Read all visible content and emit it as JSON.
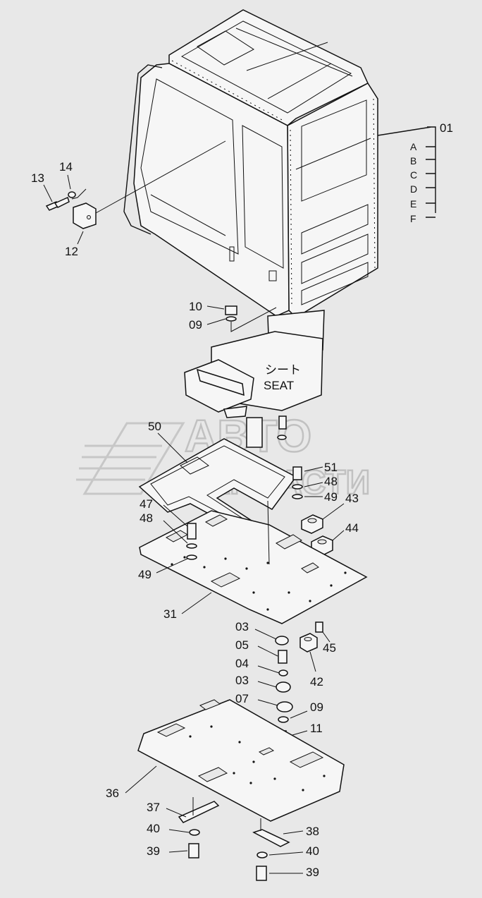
{
  "watermark": {
    "line1": "ABTO",
    "line2": "ЗАПЧАСТИ"
  },
  "seat": {
    "label_jp": "シート",
    "label_en": "SEAT"
  },
  "cab_variants": [
    "A",
    "B",
    "C",
    "D",
    "E",
    "F"
  ],
  "callouts": {
    "c01": "01",
    "c13": "13",
    "c14": "14",
    "c12": "12",
    "c10": "10",
    "c09a": "09",
    "c50": "50",
    "c51": "51",
    "c48a": "48",
    "c49a": "49",
    "c43": "43",
    "c47": "47",
    "c48b": "48",
    "c44": "44",
    "c49b": "49",
    "c31": "31",
    "c03a": "03",
    "c45": "45",
    "c05": "05",
    "c04": "04",
    "c03b": "03",
    "c42": "42",
    "c07": "07",
    "c09b": "09",
    "c11": "11",
    "c36": "36",
    "c37": "37",
    "c38": "38",
    "c40a": "40",
    "c40b": "40",
    "c39a": "39",
    "c39b": "39"
  }
}
